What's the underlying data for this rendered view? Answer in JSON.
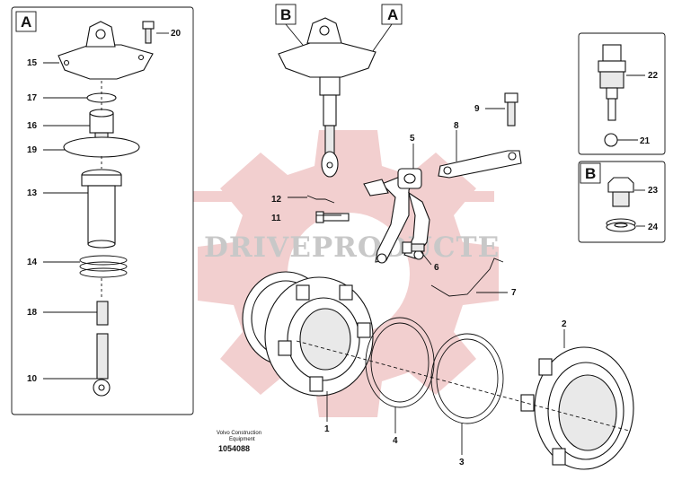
{
  "watermark": "DRIVEPRODUCTE",
  "footer": {
    "brand_line1": "Volvo Construction",
    "brand_line2": "Equipment",
    "drawing_id": "1054088"
  },
  "detail_labels": {
    "panel_a": "A",
    "panel_b": "B",
    "main_b": "B",
    "main_a": "A"
  },
  "callouts": {
    "c1": "1",
    "c2": "2",
    "c3": "3",
    "c4": "4",
    "c5": "5",
    "c6": "6",
    "c7": "7",
    "c8": "8",
    "c9": "9",
    "c10": "10",
    "c11": "11",
    "c12": "12",
    "c13": "13",
    "c14": "14",
    "c15": "15",
    "c16": "16",
    "c17": "17",
    "c18": "18",
    "c19": "19",
    "c20": "20",
    "c21": "21",
    "c22": "22",
    "c23": "23",
    "c24": "24"
  },
  "colors": {
    "gear_watermark": "#e8a8a8",
    "line": "#111111",
    "watermark_text": "#c8c8c8"
  }
}
